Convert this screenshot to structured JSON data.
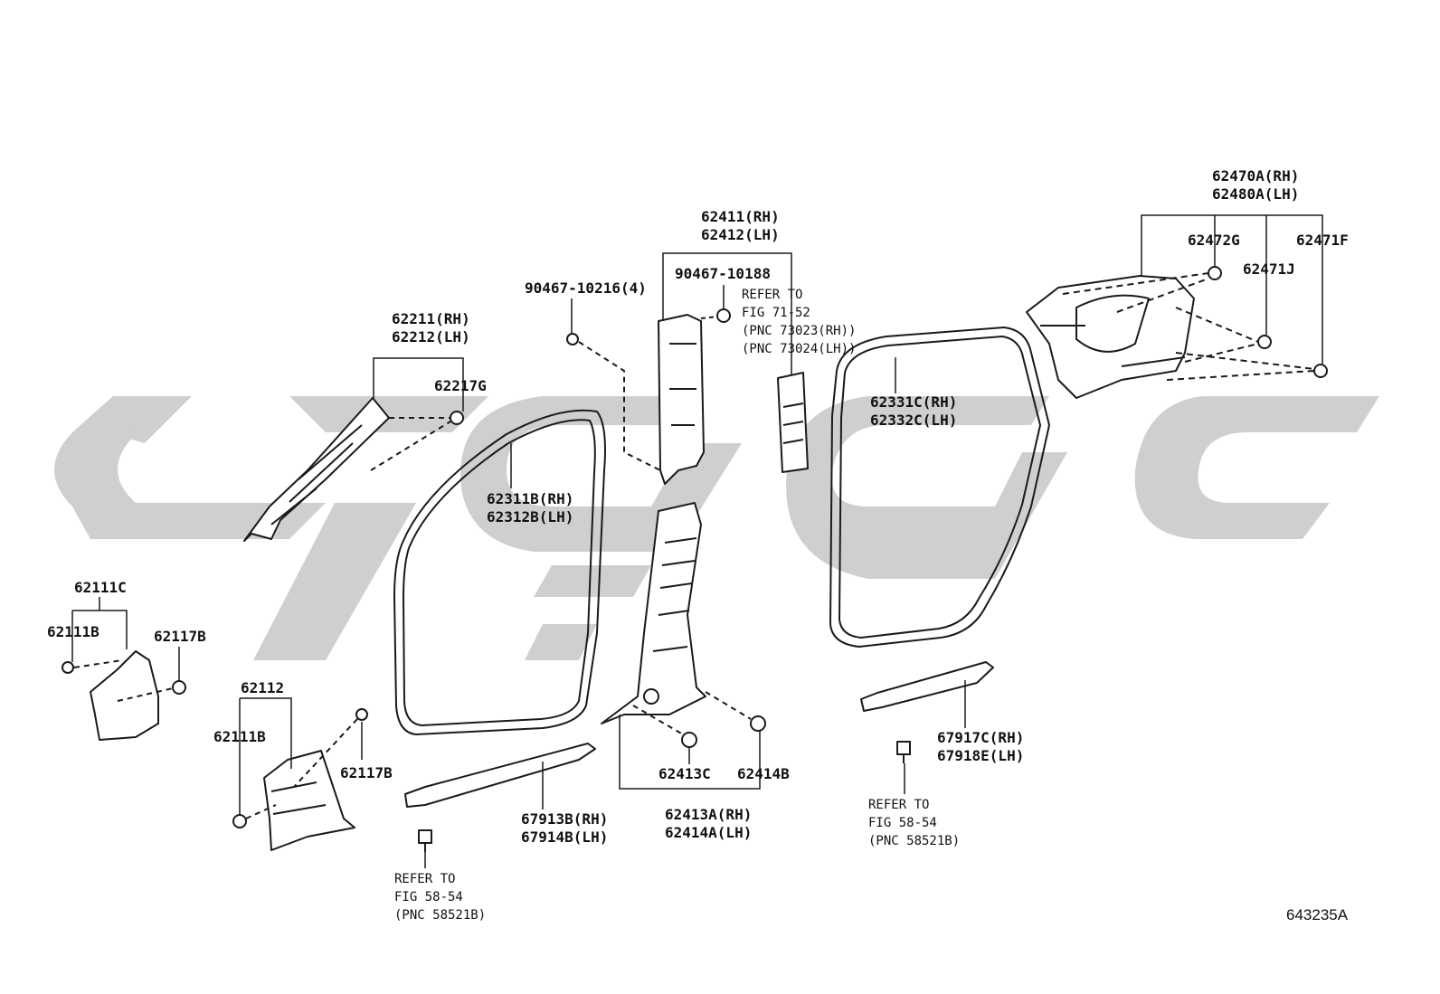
{
  "diagram_code": "643235A",
  "watermark": {
    "color": "#cfcfcf",
    "kind": "brand-logo"
  },
  "labels": {
    "p62211": "62211(RH)\n62212(LH)",
    "p62217g": "62217G",
    "p90467_10216": "90467-10216(4)",
    "p62411": "62411(RH)\n62412(LH)",
    "p90467_10188": "90467-10188",
    "ref_71_52": "REFER TO\nFIG 71-52\n(PNC 73023(RH))\n(PNC 73024(LH))",
    "p62331c": "62331C(RH)\n62332C(LH)",
    "p62470a": "62470A(RH)\n62480A(LH)",
    "p62472g": "62472G",
    "p62471f": "62471F",
    "p62471j": "62471J",
    "p62311b": "62311B(RH)\n62312B(LH)",
    "p62111c": "62111C",
    "p62111b_top": "62111B",
    "p62117b_top": "62117B",
    "p62112": "62112",
    "p62111b_bottom": "62111B",
    "p62117b_bottom": "62117B",
    "p62413c": "62413C",
    "p62414b": "62414B",
    "p62413a": "62413A(RH)\n62414A(LH)",
    "p67913b": "67913B(RH)\n67914B(LH)",
    "p67917c": "67917C(RH)\n67918E(LH)",
    "ref_58_54_left": "REFER TO\nFIG 58-54\n(PNC 58521B)",
    "ref_58_54_right": "REFER TO\nFIG 58-54\n(PNC 58521B)"
  }
}
